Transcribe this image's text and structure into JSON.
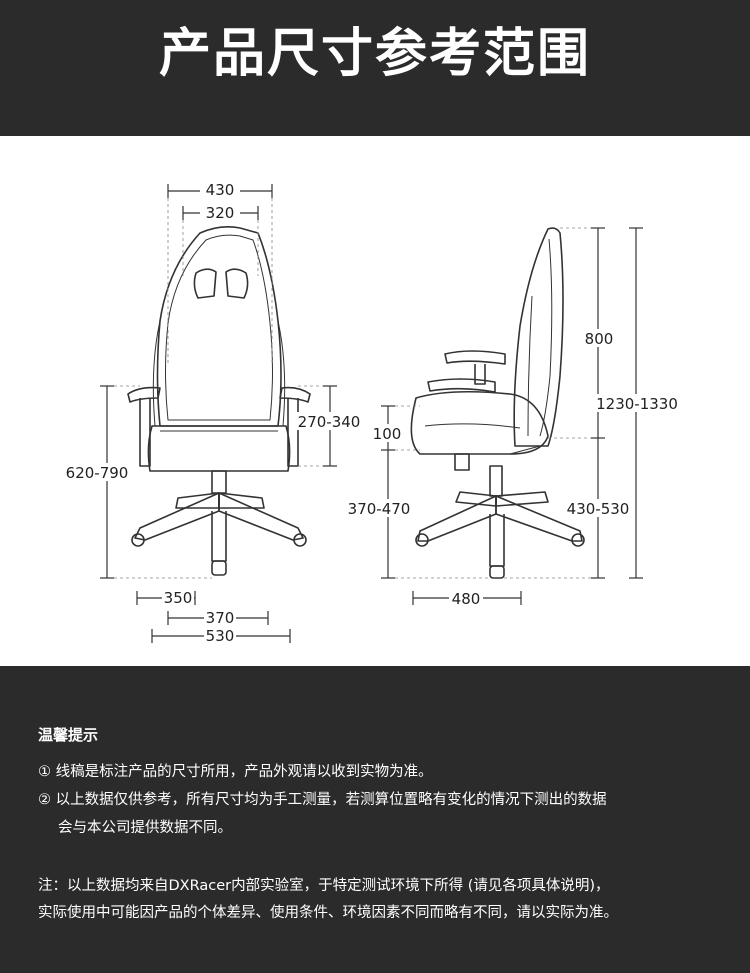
{
  "header": {
    "title": "产品尺寸参考范围"
  },
  "front_view": {
    "dims": {
      "backrest_width_outer": "430",
      "backrest_width_inner": "320",
      "armrest_height": "270-340",
      "seat_height_total": "620-790",
      "seat_depth_front": "350",
      "seat_width": "370",
      "base_width": "530"
    }
  },
  "side_view": {
    "dims": {
      "backrest_height": "800",
      "total_height": "1230-1330",
      "seat_thickness": "100",
      "seat_height": "370-470",
      "armrest_floor": "430-530",
      "seat_depth": "480"
    }
  },
  "notes": {
    "heading": "温馨提示",
    "item1": "① 线稿是标注产品的尺寸所用，产品外观请以收到实物为准。",
    "item2_line1": "② 以上数据仅供参考，所有尺寸均为手工测量，若测算位置略有变化的情况下测出的数据",
    "item2_line2": "会与本公司提供数据不同。",
    "footnote_line1": "注：以上数据均来自DXRacer内部实验室，于特定测试环境下所得 (请见各项具体说明)，",
    "footnote_line2": "实际使用中可能因产品的个体差异、使用条件、环境因素不同而略有不同，请以实际为准。"
  }
}
